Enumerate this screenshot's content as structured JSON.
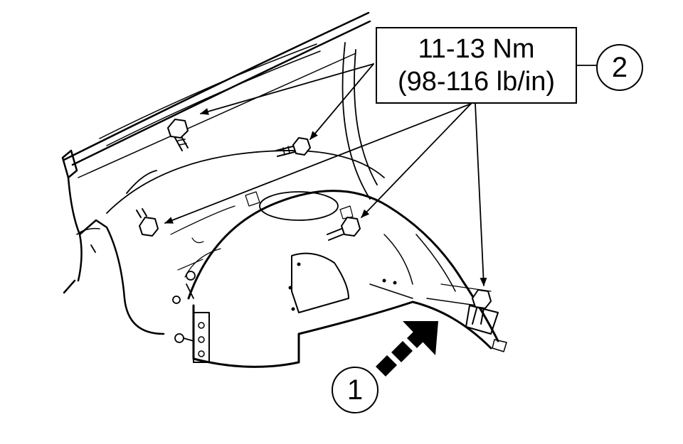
{
  "torque_spec": {
    "metric": "11-13 Nm",
    "imperial": "(98-116 lb/in)"
  },
  "callouts": [
    {
      "label": "1"
    },
    {
      "label": "2"
    }
  ],
  "colors": {
    "line": "#000000",
    "background": "#ffffff"
  }
}
